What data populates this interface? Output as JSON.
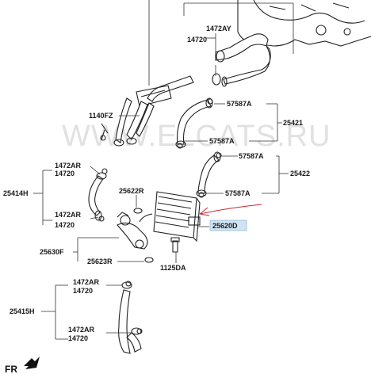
{
  "watermark": "WWW.ELCATS.RU",
  "direction_label": "FR",
  "accent_colors": {
    "pointer_arrow": "#d0262b",
    "highlight_box": "#cfe3f2"
  },
  "labels": {
    "l1472AY": "1472AY",
    "l14720_top": "14720",
    "l1140FZ": "1140FZ",
    "l57587A_1": "57587A",
    "l25421": "25421",
    "l57587A_2": "57587A",
    "l57587A_3": "57587A",
    "l25422": "25422",
    "l57587A_4": "57587A",
    "l1472AR_1": "1472AR",
    "l14720_1": "14720",
    "l25414H": "25414H",
    "l25622R": "25622R",
    "l1472AR_2": "1472AR",
    "l14720_2": "14720",
    "l25620D": "25620D",
    "l25630F": "25630F",
    "l25623R": "25623R",
    "l1125DA": "1125DA",
    "l1472AR_3": "1472AR",
    "l14720_3": "14720",
    "l25415H": "25415H",
    "l1472AR_4": "1472AR",
    "l14720_4": "14720"
  }
}
